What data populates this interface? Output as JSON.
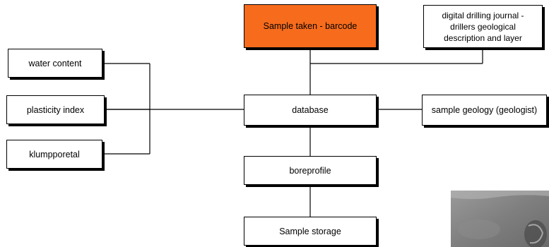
{
  "diagram": {
    "nodes": {
      "sample_taken": "Sample taken - barcode",
      "drilling_journal": [
        "digital drilling journal -",
        "drillers geological",
        "description and layer"
      ],
      "water_content": "water content",
      "plasticity_index": "plasticity index",
      "klumpporetal": "klumpporetal",
      "database": "database",
      "sample_geology": "sample geology (geologist)",
      "boreprofile": "boreprofile",
      "sample_storage": "Sample storage"
    },
    "colors": {
      "accent": "#f76b1c",
      "line": "#000000"
    }
  }
}
